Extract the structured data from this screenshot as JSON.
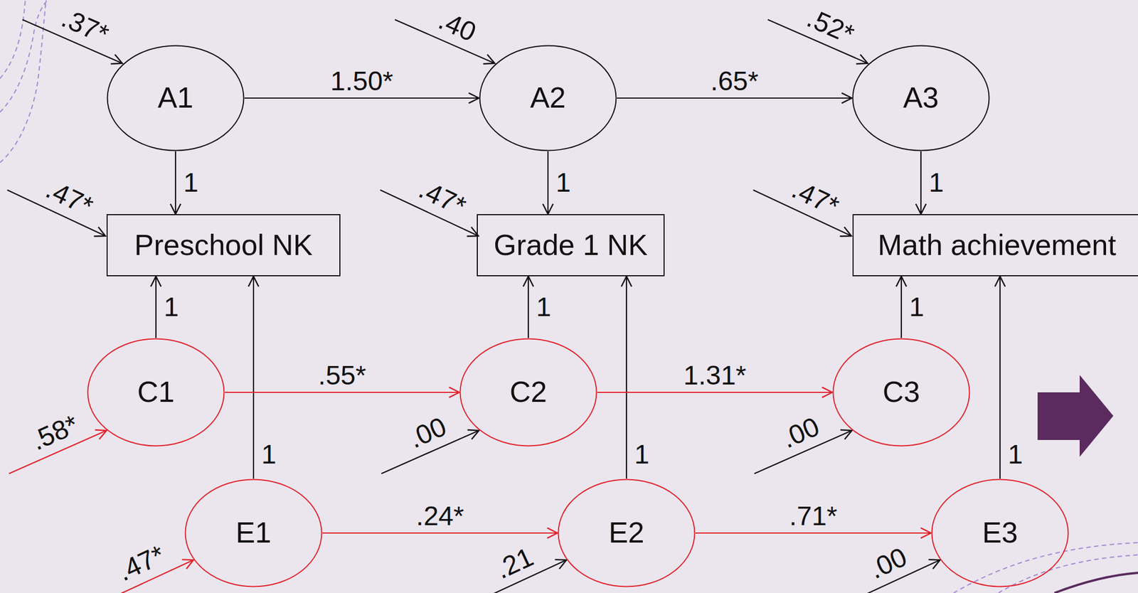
{
  "diagram": {
    "nodes": [
      {
        "text": [
          "A1"
        ]
      },
      {
        "text": [
          "A2"
        ]
      },
      {
        "text": [
          "A3"
        ]
      },
      {
        "text": [
          "Preschool NK"
        ]
      },
      {
        "text": [
          "Grade 1 NK"
        ]
      },
      {
        "text": [
          "Math achievement"
        ]
      },
      {
        "text": [
          "C1"
        ]
      },
      {
        "text": [
          "C2"
        ]
      },
      {
        "text": [
          "C3"
        ]
      },
      {
        "text": [
          "E1"
        ]
      },
      {
        "text": [
          "E2"
        ]
      },
      {
        "text": [
          "E3"
        ]
      }
    ],
    "edges": [
      {
        "from": 0,
        "to": 1,
        "label": "1.50*",
        "arrow": "to"
      },
      {
        "from": 1,
        "to": 2,
        "label": ".65*",
        "arrow": "to"
      },
      {
        "from": 0,
        "to": 3,
        "label": "1",
        "arrow": "to"
      },
      {
        "from": 1,
        "to": 4,
        "label": "1",
        "arrow": "to"
      },
      {
        "from": 2,
        "to": 5,
        "label": "1",
        "arrow": "to"
      },
      {
        "from": 6,
        "to": 3,
        "label": "1",
        "arrow": "to"
      },
      {
        "from": 7,
        "to": 4,
        "label": "1",
        "arrow": "to"
      },
      {
        "from": 8,
        "to": 5,
        "label": "1",
        "arrow": "to"
      },
      {
        "from": 9,
        "to": 3,
        "label": "1",
        "arrow": "to"
      },
      {
        "from": 10,
        "to": 4,
        "label": "1",
        "arrow": "to"
      },
      {
        "from": 11,
        "to": 5,
        "label": "1",
        "arrow": "to"
      },
      {
        "from": 6,
        "to": 7,
        "label": ".55*",
        "arrow": "to"
      },
      {
        "from": 7,
        "to": 8,
        "label": "1.31*",
        "arrow": "to"
      },
      {
        "from": 9,
        "to": 10,
        "label": ".24*",
        "arrow": "to"
      },
      {
        "from": 10,
        "to": 11,
        "label": ".71*",
        "arrow": "to"
      }
    ],
    "labels": [
      ".37*",
      ".40",
      ".52*",
      ".47*",
      ".47*",
      ".47*",
      ".58*",
      ".00",
      ".00",
      ".47*",
      ".21",
      ".00"
    ]
  }
}
